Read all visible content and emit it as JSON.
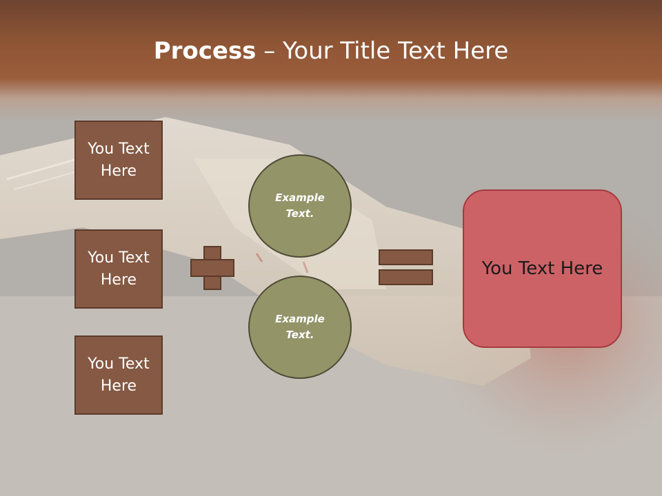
{
  "title": {
    "bold": "Process",
    "rest": " – Your Title Text Here"
  },
  "left_boxes": [
    {
      "text": "You Text\nHere"
    },
    {
      "text": "You Text\nHere"
    },
    {
      "text": "You Text\nHere"
    }
  ],
  "circles": [
    {
      "text": "Example\nText."
    },
    {
      "text": "Example\nText."
    }
  ],
  "result_box": {
    "text": "You Text Here"
  },
  "colors": {
    "box_fill": "#855943",
    "circle_fill": "#939468",
    "result_fill": "#cd6266",
    "header": "#8e5535"
  }
}
